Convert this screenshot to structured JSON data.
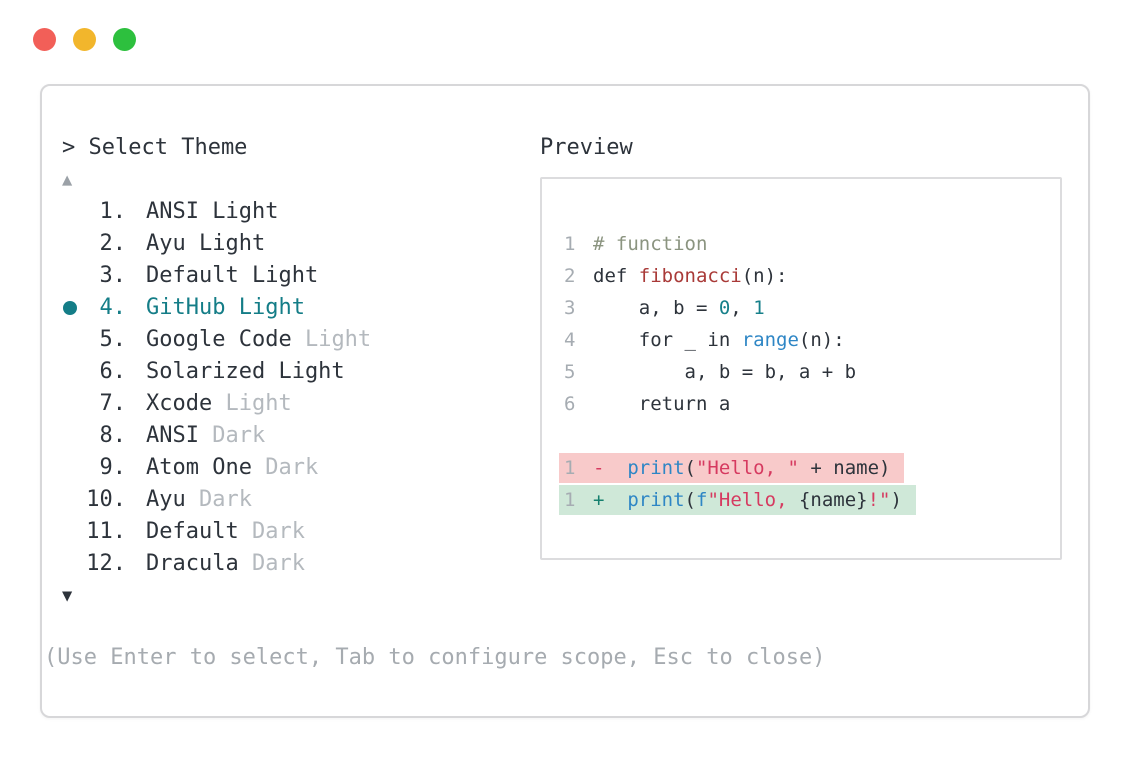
{
  "prompt": "> Select Theme",
  "scroll_up_icon": "▲",
  "scroll_down_icon": "▼",
  "themes": [
    {
      "num": "1.",
      "name": "ANSI Light",
      "suffix": "",
      "selected": false
    },
    {
      "num": "2.",
      "name": "Ayu Light",
      "suffix": "",
      "selected": false
    },
    {
      "num": "3.",
      "name": "Default Light",
      "suffix": "",
      "selected": false
    },
    {
      "num": "4.",
      "name": "GitHub Light",
      "suffix": "",
      "selected": true
    },
    {
      "num": "5.",
      "name": "Google Code",
      "suffix": " Light",
      "selected": false
    },
    {
      "num": "6.",
      "name": "Solarized Light",
      "suffix": "",
      "selected": false
    },
    {
      "num": "7.",
      "name": "Xcode",
      "suffix": " Light",
      "selected": false
    },
    {
      "num": "8.",
      "name": "ANSI",
      "suffix": " Dark",
      "selected": false
    },
    {
      "num": "9.",
      "name": "Atom One",
      "suffix": " Dark",
      "selected": false
    },
    {
      "num": "10.",
      "name": "Ayu",
      "suffix": " Dark",
      "selected": false
    },
    {
      "num": "11.",
      "name": "Default",
      "suffix": " Dark",
      "selected": false
    },
    {
      "num": "12.",
      "name": "Dracula",
      "suffix": " Dark",
      "selected": false
    }
  ],
  "preview": {
    "label": "Preview",
    "code_lines": [
      {
        "num": "1",
        "diff": "",
        "tokens": [
          {
            "t": "# function",
            "c": "comment"
          }
        ]
      },
      {
        "num": "2",
        "diff": "",
        "tokens": [
          {
            "t": "def ",
            "c": "fg"
          },
          {
            "t": "fibonacci",
            "c": "func"
          },
          {
            "t": "(n):",
            "c": "fg"
          }
        ]
      },
      {
        "num": "3",
        "diff": "",
        "tokens": [
          {
            "t": "    a, b = ",
            "c": "fg"
          },
          {
            "t": "0",
            "c": "number"
          },
          {
            "t": ", ",
            "c": "fg"
          },
          {
            "t": "1",
            "c": "number"
          }
        ]
      },
      {
        "num": "4",
        "diff": "",
        "tokens": [
          {
            "t": "    for _ in ",
            "c": "fg"
          },
          {
            "t": "range",
            "c": "builtin"
          },
          {
            "t": "(n):",
            "c": "fg"
          }
        ]
      },
      {
        "num": "5",
        "diff": "",
        "tokens": [
          {
            "t": "        a, b = b, a + b",
            "c": "fg"
          }
        ]
      },
      {
        "num": "6",
        "diff": "",
        "tokens": [
          {
            "t": "    return a",
            "c": "fg"
          }
        ]
      },
      {
        "num": "",
        "diff": "",
        "tokens": []
      },
      {
        "num": "1",
        "diff": "removed",
        "tokens": [
          {
            "t": "-  ",
            "c": "string"
          },
          {
            "t": "print",
            "c": "builtin"
          },
          {
            "t": "(",
            "c": "fg"
          },
          {
            "t": "\"Hello, \"",
            "c": "string"
          },
          {
            "t": " + name",
            "c": "fg"
          },
          {
            "t": ")",
            "c": "fg"
          }
        ]
      },
      {
        "num": "1",
        "diff": "added",
        "tokens": [
          {
            "t": "+  ",
            "c": "addmark"
          },
          {
            "t": "print",
            "c": "builtin"
          },
          {
            "t": "(",
            "c": "fg"
          },
          {
            "t": "f",
            "c": "builtin"
          },
          {
            "t": "\"Hello, ",
            "c": "string"
          },
          {
            "t": "{name}",
            "c": "fg"
          },
          {
            "t": "!\"",
            "c": "string"
          },
          {
            "t": ")",
            "c": "fg"
          }
        ]
      }
    ]
  },
  "hint": "(Use Enter to select, Tab to configure scope, Esc to close)",
  "traffic_lights": [
    {
      "name": "close",
      "color": "#f25f58"
    },
    {
      "name": "minimize",
      "color": "#f2b62c"
    },
    {
      "name": "maximize",
      "color": "#2dc03e"
    }
  ],
  "colors": {
    "accent_selected": "#147d87",
    "text_dark": "#2d333b",
    "text_muted": "#b4b9be",
    "line_number": "#a6acb2",
    "comment": "#8b9480",
    "function_name": "#a93a38",
    "number_literal": "#17808a",
    "builtin_blue": "#2e86c5",
    "string_crimson": "#d63a60",
    "diff_added_marker": "#15806e",
    "diff_removed_bg": "#f8caca",
    "diff_added_bg": "#cfe8d8",
    "window_border": "#d7d7d9"
  }
}
